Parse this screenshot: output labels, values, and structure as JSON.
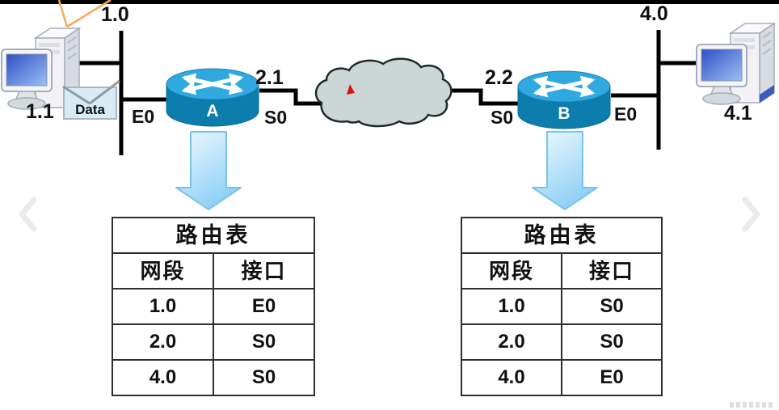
{
  "labels": {
    "net_left": "1.0",
    "host_left": "1.1",
    "packet": "Data",
    "if_e0_left": "E0",
    "router_a": "A",
    "serial_ip_left": "2.1",
    "if_s0_left": "S0",
    "serial_ip_right": "2.2",
    "if_s0_right": "S0",
    "router_b": "B",
    "if_e0_right": "E0",
    "net_right": "4.0",
    "host_right": "4.1"
  },
  "tables": [
    {
      "router": "A",
      "title": "路由表",
      "headers": [
        "网段",
        "接口"
      ],
      "rows": [
        [
          "1.0",
          "E0"
        ],
        [
          "2.0",
          "S0"
        ],
        [
          "4.0",
          "S0"
        ]
      ]
    },
    {
      "router": "B",
      "title": "路由表",
      "headers": [
        "网段",
        "接口"
      ],
      "rows": [
        [
          "1.0",
          "S0"
        ],
        [
          "2.0",
          "S0"
        ],
        [
          "4.0",
          "E0"
        ]
      ]
    }
  ],
  "colors": {
    "router_top": "#2fa9e0",
    "router_side": "#0d7dae",
    "cloud_fill": "#ccd6d7",
    "arrow_fill_light": "#eaf7fe",
    "arrow_fill_dark": "#8fd0f5",
    "link_black": "#000000",
    "pointer_orange": "#f5a95c",
    "cursor_red": "#e01010",
    "envelope_blue": "#d9eaf7"
  }
}
